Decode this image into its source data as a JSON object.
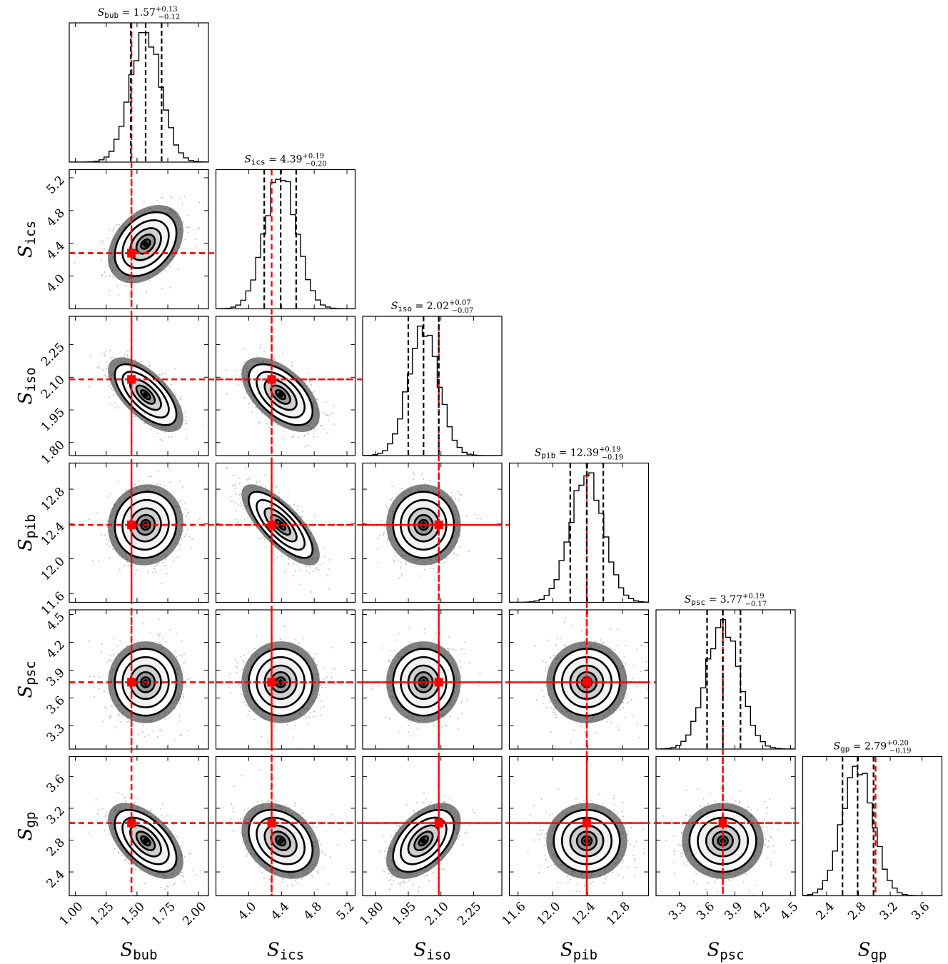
{
  "chart_data": {
    "type": "corner",
    "parameters": [
      {
        "symbol": "S",
        "sub": "bub",
        "range": [
          0.95,
          2.08
        ],
        "ticks": [
          "1.00",
          "1.25",
          "1.50",
          "1.75",
          "2.00"
        ],
        "median": 1.57,
        "q_low": 1.45,
        "q_high": 1.7,
        "truth": 1.455,
        "title_value": "1.57",
        "err_plus": "+0.13",
        "err_minus": "−0.12",
        "show_title": true,
        "sigma": 0.125
      },
      {
        "symbol": "S",
        "sub": "ics",
        "range": [
          3.6,
          5.3
        ],
        "ticks": [
          "4.0",
          "4.4",
          "4.8",
          "5.2"
        ],
        "median": 4.39,
        "q_low": 4.19,
        "q_high": 4.58,
        "truth": 4.28,
        "title_value": "4.39",
        "err_plus": "+0.19",
        "err_minus": "−0.20",
        "show_title": true,
        "sigma": 0.195
      },
      {
        "symbol": "S",
        "sub": "iso",
        "range": [
          1.74,
          2.38
        ],
        "ticks": [
          "1.80",
          "1.95",
          "2.10",
          "2.25"
        ],
        "median": 2.02,
        "q_low": 1.95,
        "q_high": 2.09,
        "truth": 2.09,
        "title_value": "2.02",
        "err_plus": "+0.07",
        "err_minus": "−0.07",
        "show_title": true,
        "sigma": 0.07
      },
      {
        "symbol": "S",
        "sub": "pib",
        "range": [
          11.5,
          13.1
        ],
        "ticks": [
          "11.6",
          "12.0",
          "12.4",
          "12.8"
        ],
        "median": 12.39,
        "q_low": 12.2,
        "q_high": 12.58,
        "truth": 12.39,
        "title_value": "12.39",
        "err_plus": "+0.19",
        "err_minus": "−0.19",
        "show_title": true,
        "sigma": 0.19
      },
      {
        "symbol": "S",
        "sub": "psc",
        "range": [
          3.05,
          4.55
        ],
        "ticks": [
          "3.3",
          "3.6",
          "3.9",
          "4.2",
          "4.5"
        ],
        "median": 3.77,
        "q_low": 3.6,
        "q_high": 3.96,
        "truth": 3.77,
        "title_value": "3.77",
        "err_plus": "+0.19",
        "err_minus": "−0.17",
        "show_title": true,
        "sigma": 0.18
      },
      {
        "symbol": "S",
        "sub": "gp",
        "range": [
          2.1,
          3.85
        ],
        "ticks": [
          "2.4",
          "2.8",
          "3.2",
          "3.6"
        ],
        "median": 2.79,
        "q_low": 2.6,
        "q_high": 2.99,
        "truth": 3.015,
        "title_value": "2.79",
        "err_plus": "+0.20",
        "err_minus": "−0.19",
        "show_title": true,
        "sigma": 0.195
      }
    ],
    "correlations": {
      "1-0": 0.35,
      "2-0": -0.65,
      "2-1": -0.55,
      "3-0": 0.05,
      "3-1": -0.75,
      "3-2": 0.0,
      "4-0": 0.0,
      "4-1": 0.0,
      "4-2": 0.0,
      "4-3": 0.0,
      "5-0": -0.55,
      "5-1": -0.3,
      "5-2": 0.5,
      "5-3": 0.0,
      "5-4": 0.0
    },
    "quantile_line_style": "black dashed",
    "truth_line_style": "red dashed with red square markers",
    "colors": {
      "truth": "#ff0000",
      "lines": "#000000",
      "density": "#000000"
    }
  }
}
